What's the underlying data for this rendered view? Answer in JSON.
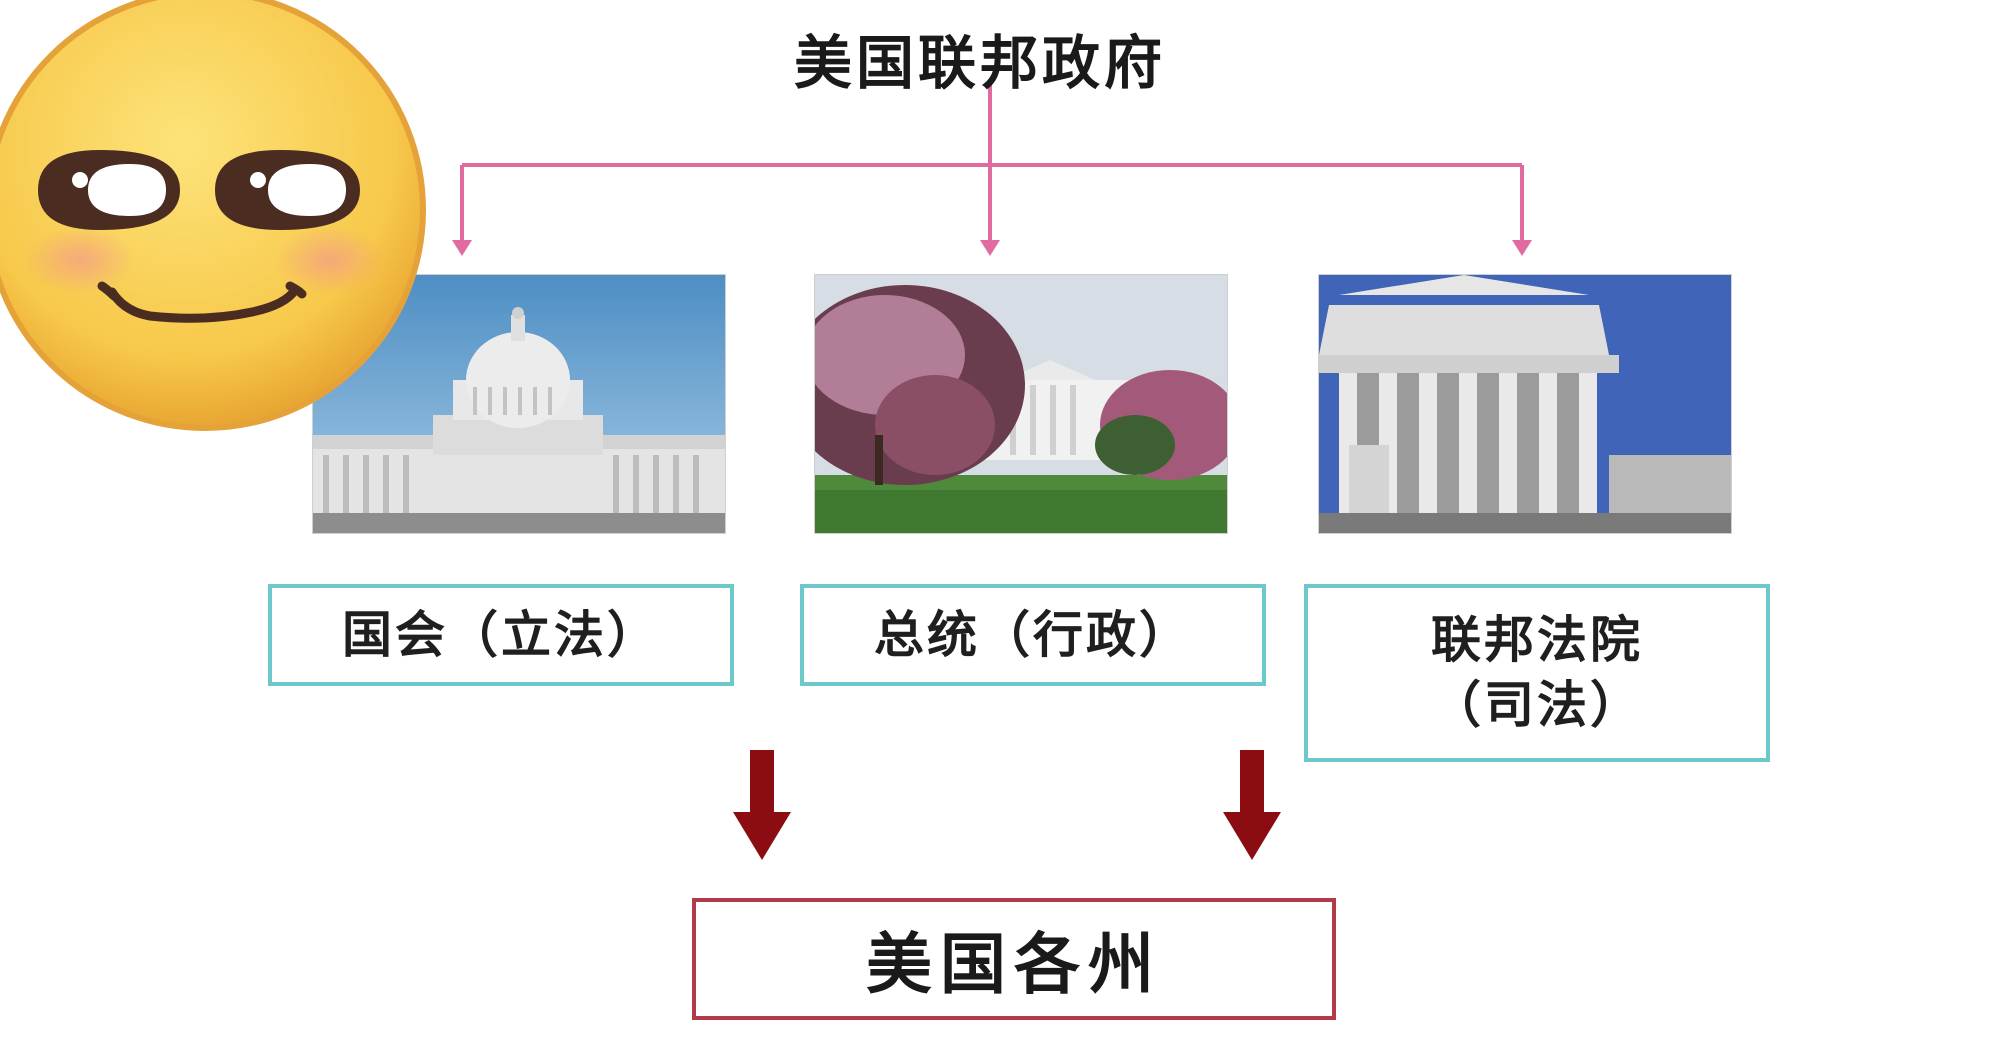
{
  "title": "美国联邦政府",
  "branches": [
    {
      "line1": "国会（立法）",
      "line2": "",
      "image_icon": "capitol-building-photo"
    },
    {
      "line1": "总统（行政）",
      "line2": "",
      "image_icon": "white-house-photo"
    },
    {
      "line1": "联邦法院",
      "line2": "（司法）",
      "image_icon": "supreme-court-photo"
    }
  ],
  "states": "美国各州",
  "colors": {
    "connector_pink": "#e06c9f",
    "box_border_teal": "#6dc8cc",
    "arrow_dark_red": "#8b0d12",
    "states_border": "#b23a48",
    "emoji_face": "#f7c84a"
  },
  "overlay_icon": "smiling-emoji-face-icon"
}
